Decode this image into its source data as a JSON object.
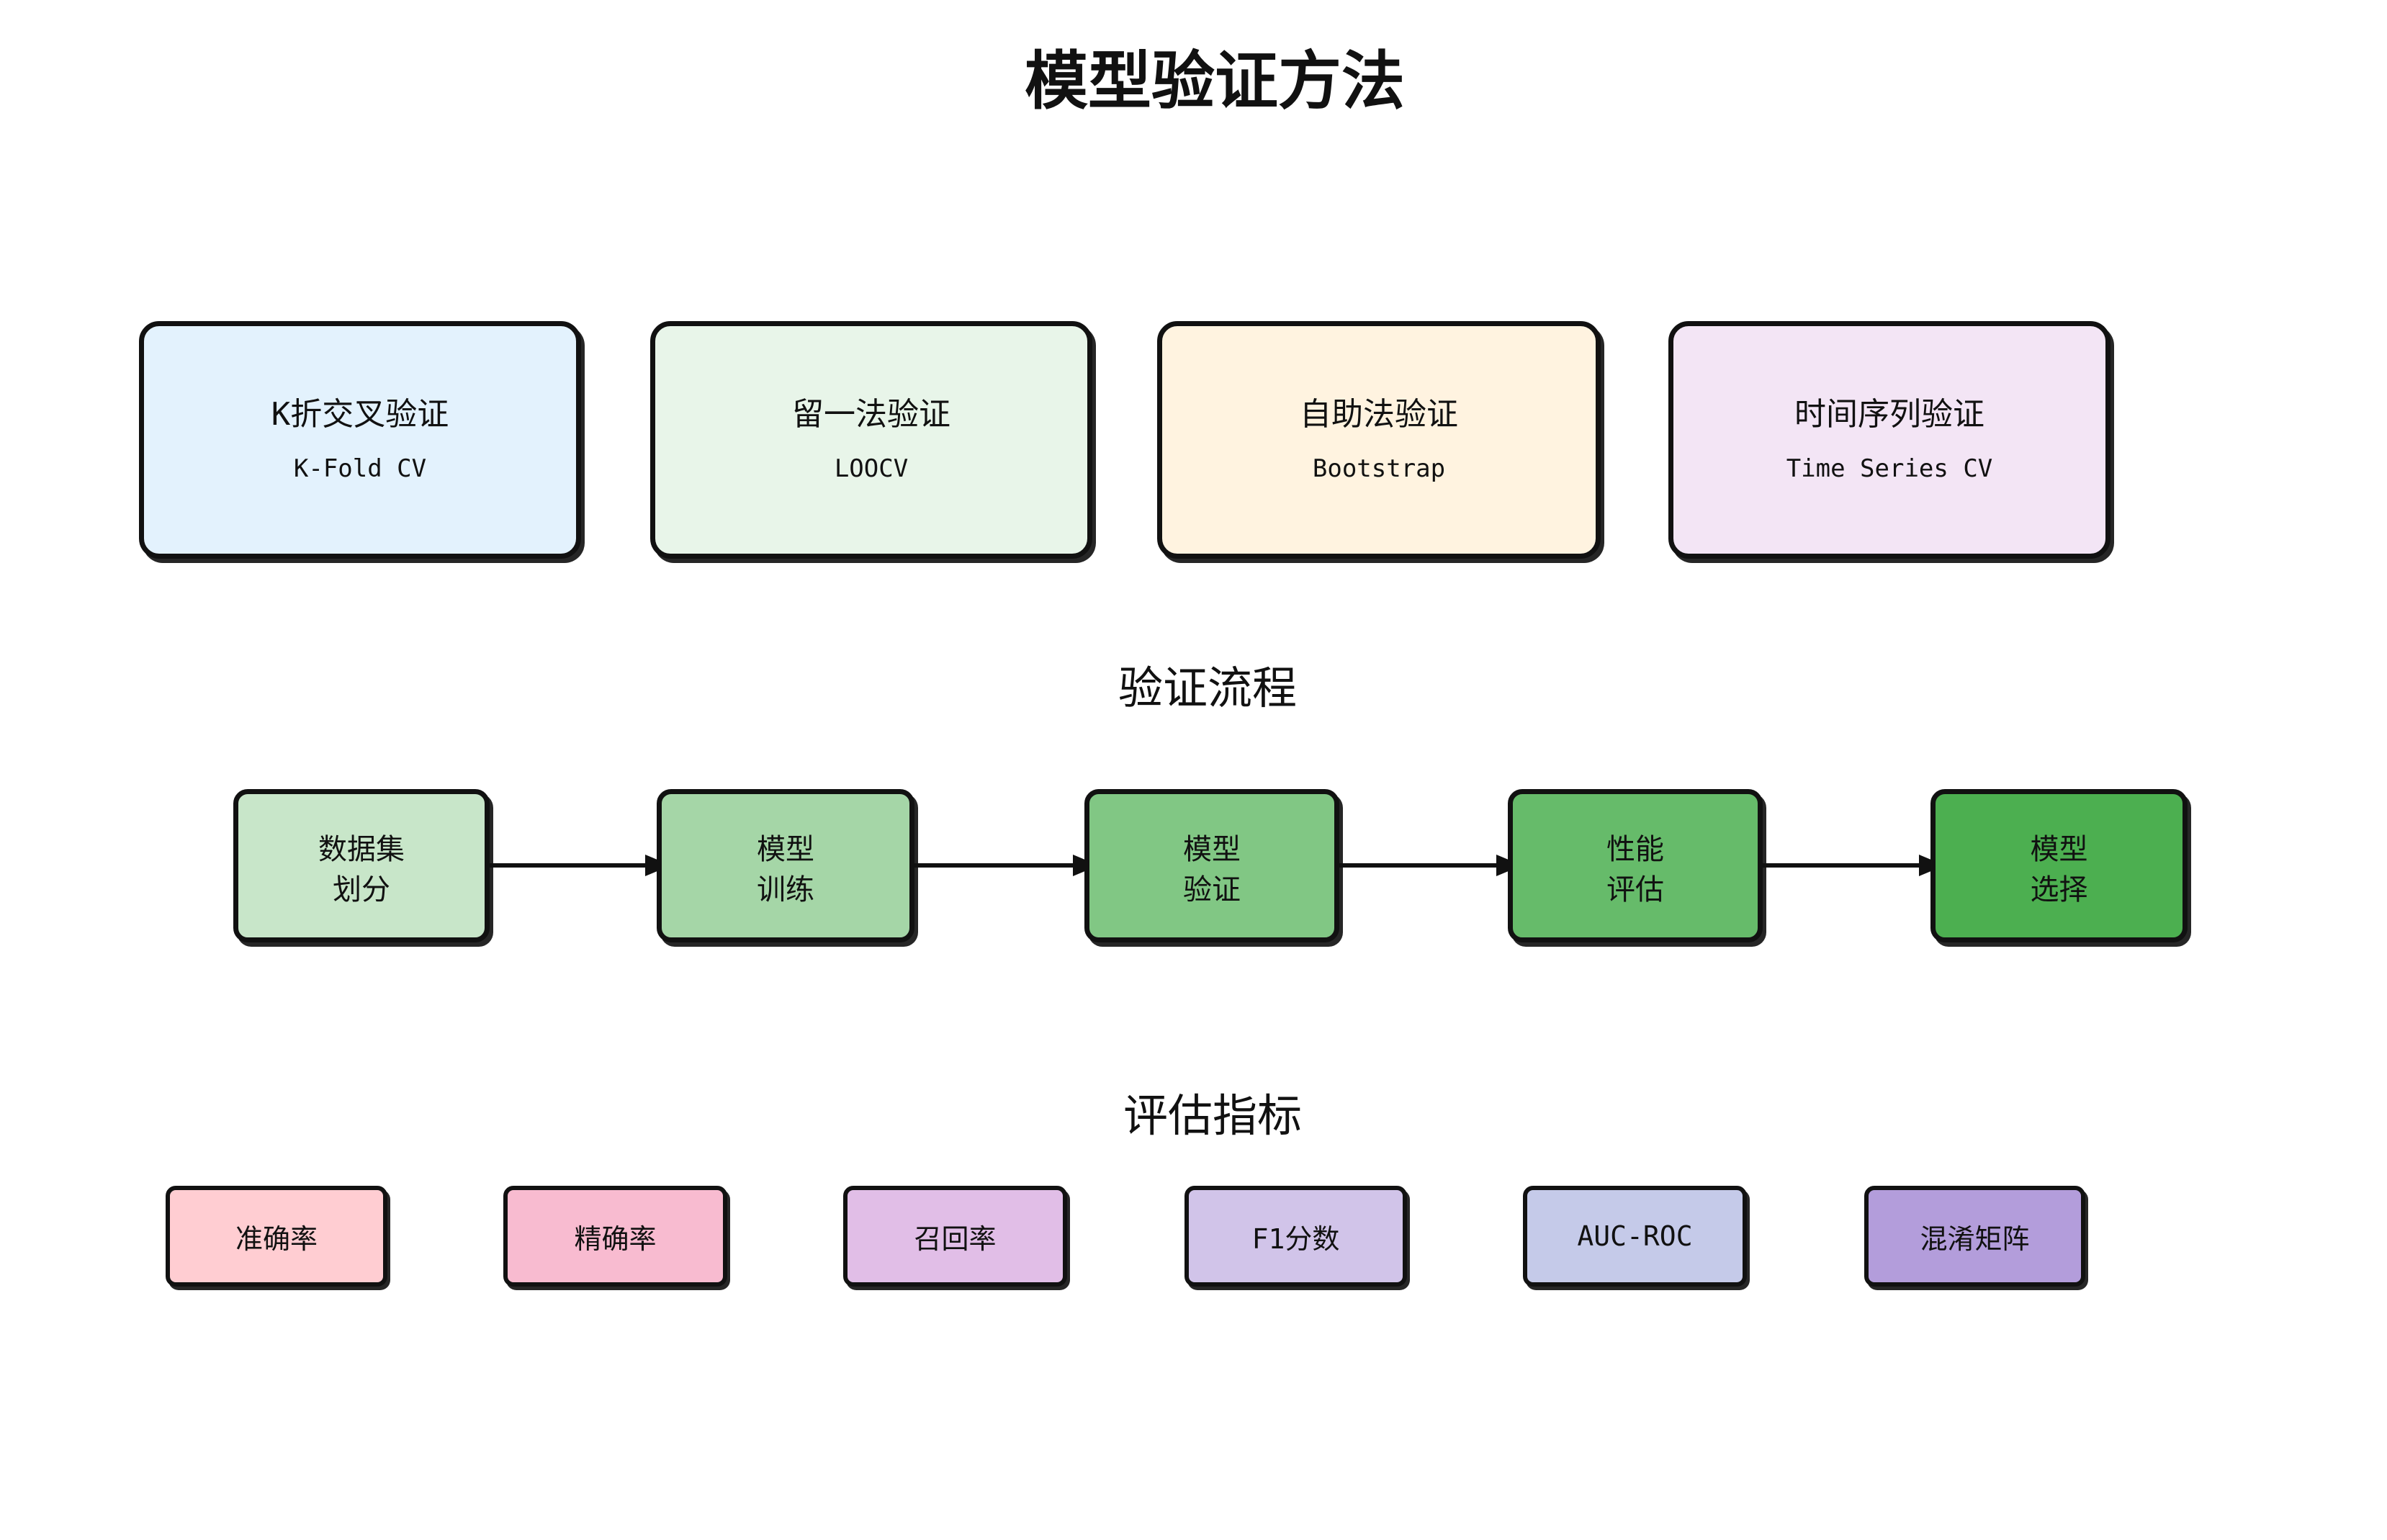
{
  "title": "模型验证方法",
  "sections": {
    "flow_heading": "验证流程",
    "metrics_heading": "评估指标"
  },
  "method_cards": [
    {
      "name": "K折交叉验证",
      "subtitle": "K-Fold CV",
      "bg": "#E3F2FD"
    },
    {
      "name": "留一法验证",
      "subtitle": "LOOCV",
      "bg": "#E8F5E9"
    },
    {
      "name": "自助法验证",
      "subtitle": "Bootstrap",
      "bg": "#FFF3E0"
    },
    {
      "name": "时间序列验证",
      "subtitle": "Time Series CV",
      "bg": "#F3E5F5"
    }
  ],
  "flow_steps": [
    {
      "label": "数据集\n划分",
      "bg": "#C8E6C9"
    },
    {
      "label": "模型\n训练",
      "bg": "#A5D6A7"
    },
    {
      "label": "模型\n验证",
      "bg": "#81C784"
    },
    {
      "label": "性能\n评估",
      "bg": "#66BB6A"
    },
    {
      "label": "模型\n选择",
      "bg": "#4CAF50"
    }
  ],
  "metrics": [
    {
      "label": "准确率",
      "bg": "#FFCDD2"
    },
    {
      "label": "精确率",
      "bg": "#F8BBD0"
    },
    {
      "label": "召回率",
      "bg": "#E1BEE7"
    },
    {
      "label": "F1分数",
      "bg": "#D1C4E9"
    },
    {
      "label": "AUC-ROC",
      "bg": "#C5CAE9"
    },
    {
      "label": "混淆矩阵",
      "bg": "#B39DDB"
    }
  ],
  "colors": {
    "border": "#111111",
    "text": "#111111",
    "background": "#FFFFFF",
    "arrow": "#111111"
  }
}
